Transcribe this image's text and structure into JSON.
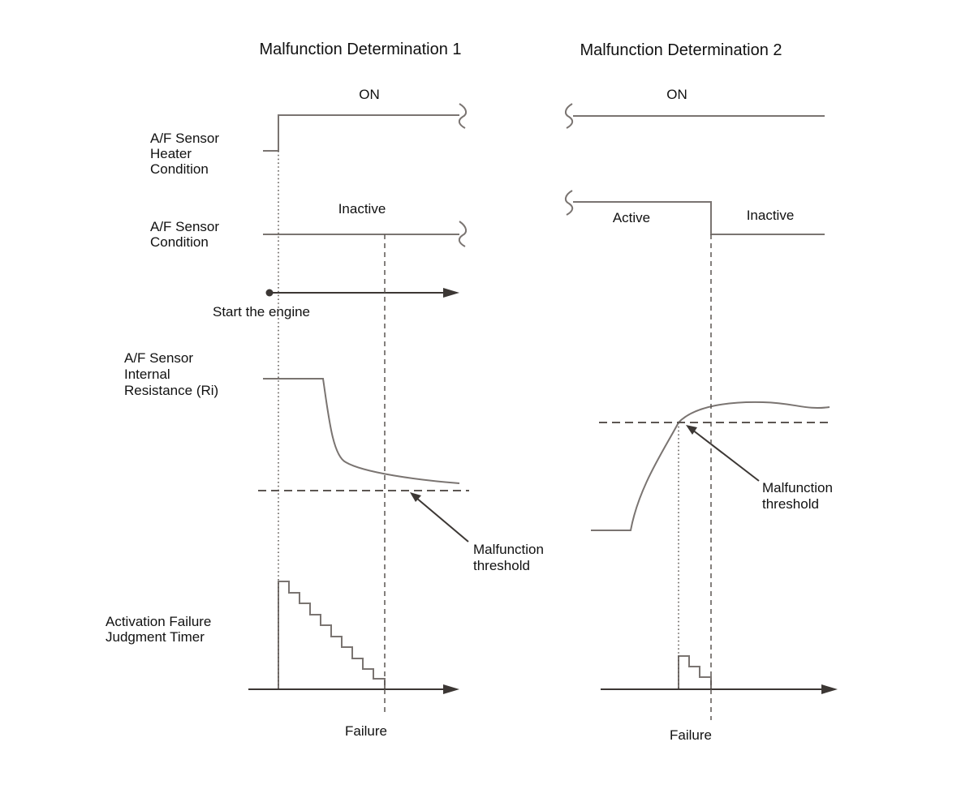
{
  "colors": {
    "trace": "#7a7471",
    "axis": "#3c3734",
    "guide": "#5c5652",
    "text": "#111111"
  },
  "panel1": {
    "title": "Malfunction Determination 1",
    "heater_state": "ON",
    "sensor_state": "Inactive",
    "start_label": "Start the engine",
    "threshold_label": [
      "Malfunction",
      "threshold"
    ],
    "failure_label": "Failure"
  },
  "panel2": {
    "title": "Malfunction Determination 2",
    "heater_state": "ON",
    "sensor_state_before": "Active",
    "sensor_state_after": "Inactive",
    "threshold_label": [
      "Malfunction",
      "threshold"
    ],
    "failure_label": "Failure"
  },
  "rows": {
    "heater": [
      "A/F Sensor",
      "Heater",
      "Condition"
    ],
    "sensor": [
      "A/F Sensor",
      "Condition"
    ],
    "resistance": [
      "A/F Sensor",
      "Internal",
      "Resistance (Ri)"
    ],
    "timer": [
      "Activation Failure",
      "Judgment Timer"
    ]
  }
}
